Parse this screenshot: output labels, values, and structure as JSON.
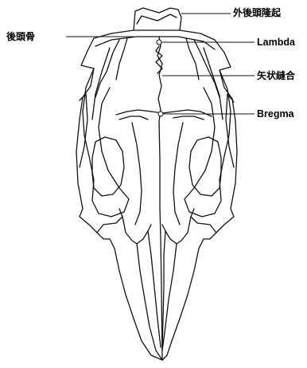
{
  "labels": {
    "external_occipital_protuberance": "外後頭隆起",
    "occipital_bone": "後頭骨",
    "lambda": "Lambda",
    "sagittal_suture": "矢状縫合",
    "bregma": "Bregma"
  }
}
